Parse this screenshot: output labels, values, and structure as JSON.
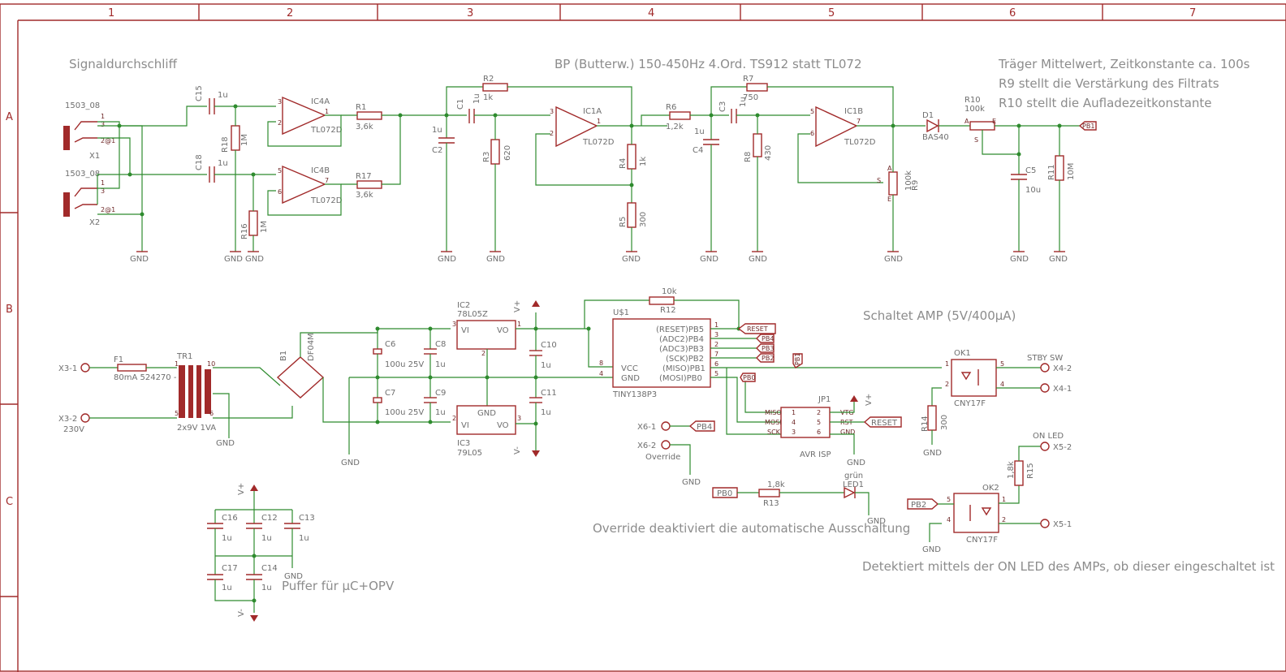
{
  "frame": {
    "columns": [
      "1",
      "2",
      "3",
      "4",
      "5",
      "6",
      "7"
    ],
    "rows": [
      "A",
      "B",
      "C"
    ]
  },
  "notes": {
    "signal": "Signaldurchschliff",
    "bandpass": "BP (Butterw.) 150-450Hz 4.Ord. TS912 statt TL072",
    "carrier1": "Träger Mittelwert, Zeitkonstante ca. 100s",
    "carrier2": "R9 stellt die Verstärkung des Filtrats",
    "carrier3": "R10 stellt die Aufladezeitkonstante",
    "amp": "Schaltet AMP (5V/400µA)",
    "override": "Override deaktiviert die automatische Ausschaltung",
    "detect": "Detektiert mittels der ON LED des AMPs, ob dieser eingeschaltet ist",
    "buffer": "Puffer für µC+OPV"
  },
  "labels": {
    "x1_type": "1503_08",
    "x1": "X1",
    "x2_type": "1503_08",
    "x2": "X2",
    "c15": "C15",
    "c15v": "1u",
    "c18": "C18",
    "c18v": "1u",
    "r18": "R18",
    "r18v": "1M",
    "r16": "R16",
    "r16v": "1M",
    "ic4a": "IC4A",
    "ic4b": "IC4B",
    "tl_a": "TL072D",
    "tl_b": "TL072D",
    "r1": "R1",
    "r1v": "3,6k",
    "r17": "R17",
    "r17v": "3,6k",
    "c1": "C1",
    "c1v": "1u",
    "c2": "C2",
    "c2v": "1u",
    "r2": "R2",
    "r2v": "1k",
    "r3": "R3",
    "r3v": "620",
    "ic1a": "IC1A",
    "tl_1a": "TL072D",
    "r4": "R4",
    "r4v": "1k",
    "r5": "R5",
    "r5v": "300",
    "r6": "R6",
    "r6v": "1,2k",
    "c3": "C3",
    "c3v": "1u",
    "c4": "C4",
    "c4v": "1u",
    "r7": "R7",
    "r7v": "750",
    "r8": "R8",
    "r8v": "430",
    "ic1b": "IC1B",
    "tl_1b": "TL072D",
    "r9": "R9",
    "r9v": "100k",
    "d1": "D1",
    "d1v": "BAS40",
    "r10": "R10",
    "r10v": "100k",
    "c5": "C5",
    "c5v": "10u",
    "r11": "R11",
    "r11v": "10M",
    "pb1": "PB1",
    "x31": "X3-1",
    "x32": "X3-2",
    "v230": "230V",
    "f1": "F1",
    "f1v": "80mA 524270 - 6",
    "tr1": "TR1",
    "tr1v": "2x9V 1VA",
    "b1": "B1",
    "b1v": "DF04M",
    "c6": "C6",
    "c6v": "100u 25V",
    "c7": "C7",
    "c7v": "100u 25V",
    "c8": "C8",
    "c8v": "1u",
    "c9": "C9",
    "c9v": "1u",
    "ic2": "IC2",
    "ic2v": "78L05Z",
    "ic3": "IC3",
    "ic3v": "79L05",
    "c10": "C10",
    "c10v": "1u",
    "c11": "C11",
    "c11v": "1u",
    "vi": "VI",
    "vo": "VO",
    "gnd_pin": "GND",
    "r12": "R12",
    "r12v": "10k",
    "u1": "U$1",
    "u1v": "TINY138P3",
    "u1_pins": [
      "(RESET)PB5",
      "(ADC2)PB4",
      "(ADC3)PB3",
      "(SCK)PB2",
      "(MISO)PB1",
      "(MOSI)PB0"
    ],
    "vcc": "VCC",
    "reset": "RESET",
    "pb4": "PB4",
    "pb3": "PB3",
    "pb2": "PB2",
    "pb0": "PB0",
    "ok1": "OK1",
    "ok1v": "CNY17F",
    "stby": "STBY SW",
    "x42": "X4-2",
    "x41": "X4-1",
    "r14": "R14",
    "r14v": "300",
    "jp1": "JP1",
    "avr": "AVR ISP",
    "jp_pins": [
      "MISO",
      "VTG",
      "MOSI",
      "RST",
      "SCK",
      "GND"
    ],
    "x61": "X6-1",
    "x62": "X6-2",
    "override_lbl": "Override",
    "r13": "R13",
    "r13v": "1,8k",
    "led1": "LED1",
    "gruen": "grün",
    "ok2": "OK2",
    "ok2v": "CNY17F",
    "onled": "ON LED",
    "x52": "X5-2",
    "x51": "X5-1",
    "r15": "R15",
    "r15v": "1,8k",
    "c16": "C16",
    "c12": "C12",
    "c13": "C13",
    "c17": "C17",
    "c14": "C14",
    "cbv": "1u",
    "gnd": "GND",
    "vplus": "V+",
    "vminus": "V-"
  }
}
